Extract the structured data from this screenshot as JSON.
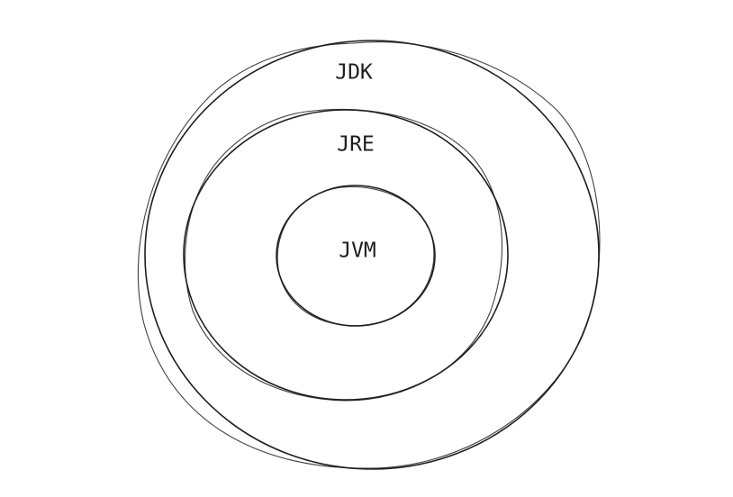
{
  "diagram": {
    "layers": [
      {
        "id": "jdk",
        "label": "JDK"
      },
      {
        "id": "jre",
        "label": "JRE"
      },
      {
        "id": "jvm",
        "label": "JVM"
      }
    ],
    "stroke_color": "#1e1e1e",
    "background_color": "#ffffff"
  }
}
